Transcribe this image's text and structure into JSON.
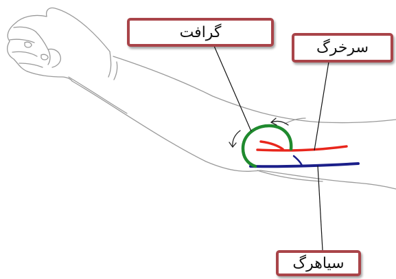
{
  "labels": {
    "graft": "گرافت",
    "artery": "سرخرگ",
    "vein": "سیاهرگ"
  },
  "colors": {
    "artery": "#e8261c",
    "vein": "#1b1f8a",
    "graft": "#1f8a2e",
    "box_border": "#a94449",
    "outline": "#9a9a9a"
  }
}
